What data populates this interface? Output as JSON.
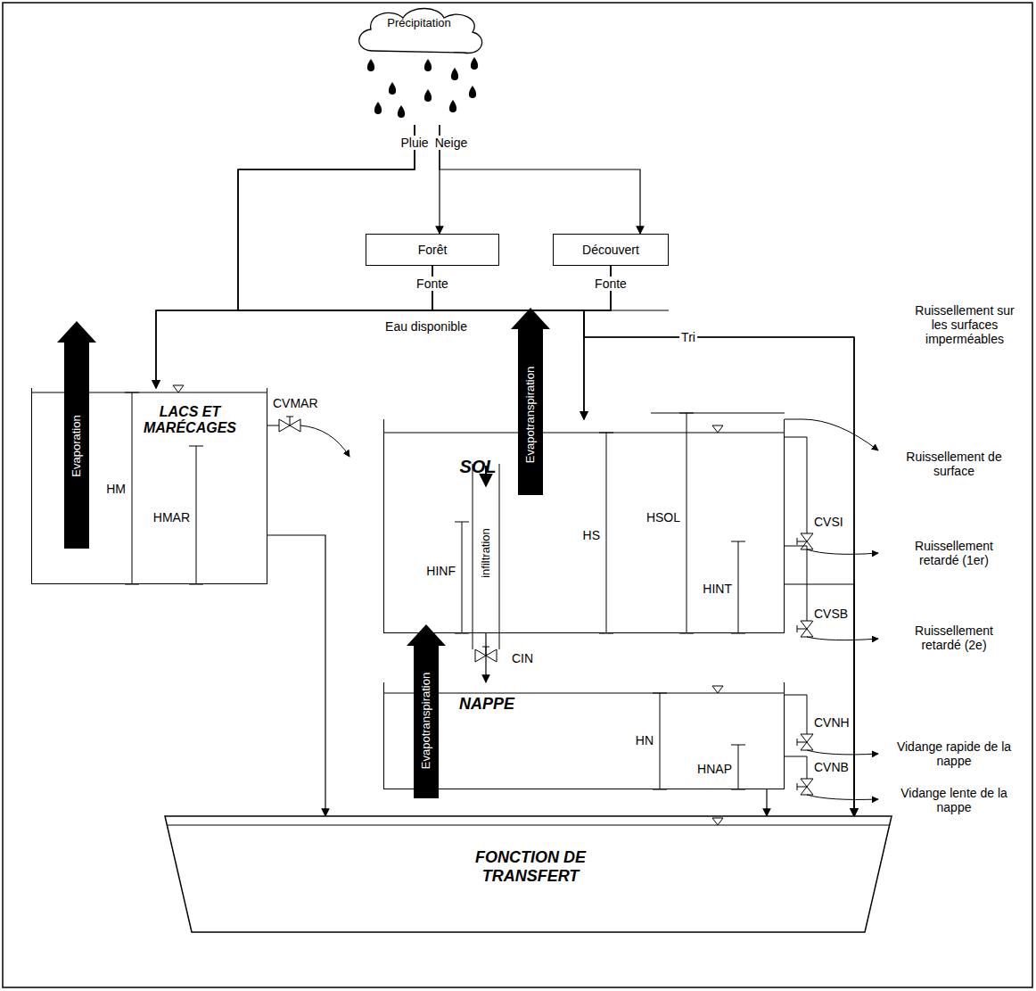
{
  "diagram": {
    "nodes": [
      {
        "text": [
          "Précipitation"
        ]
      },
      {
        "text": [
          "Forêt"
        ]
      },
      {
        "text": [
          "Découvert"
        ]
      },
      {
        "text": [
          "LACS ET MARÉCAGES"
        ]
      },
      {
        "text": [
          "SOL"
        ]
      },
      {
        "text": [
          "NAPPE"
        ]
      },
      {
        "text": [
          "FONCTION DE TRANSFERT"
        ]
      }
    ],
    "edges": [
      {
        "from": 0,
        "to": 1,
        "arrow": "to",
        "label": "Neige"
      },
      {
        "from": 0,
        "to": 2,
        "arrow": "to"
      },
      {
        "from": 0,
        "to": 3,
        "arrow": "to",
        "label": "Pluie"
      },
      {
        "from": 0,
        "to": 4,
        "arrow": "to"
      },
      {
        "from": 0,
        "to": 6,
        "arrow": "to",
        "label": "Tri"
      },
      {
        "from": 1,
        "to": 3,
        "arrow": "to",
        "label": "Fonte"
      },
      {
        "from": 1,
        "to": 4,
        "arrow": "to"
      },
      {
        "from": 1,
        "to": 6,
        "arrow": "to"
      },
      {
        "from": 2,
        "to": 3,
        "arrow": "to"
      },
      {
        "from": 2,
        "to": 4,
        "arrow": "to",
        "label": "Fonte"
      },
      {
        "from": 2,
        "to": 6,
        "arrow": "to"
      },
      {
        "from": 3,
        "to": 6,
        "arrow": "to"
      },
      {
        "from": 4,
        "to": 5,
        "arrow": "to"
      },
      {
        "from": 4,
        "to": 6,
        "arrow": "to"
      },
      {
        "from": 5,
        "to": 6,
        "arrow": "to"
      }
    ],
    "labels": [
      "Eau disponible",
      "Ruissellement sur les surfaces imperméables",
      "Evaporation",
      "CVMAR",
      "HM",
      "HMAR",
      "Evapotranspiration",
      "HSOL",
      "HS",
      "HINF",
      "infiltration",
      "CIN",
      "HINT",
      "CVSI",
      "CVSB",
      "Ruissellement de surface",
      "Ruissellement retardé (1er)",
      "Ruissellement retardé (2e)",
      "Evapotranspiration",
      "HN",
      "HNAP",
      "CVNH",
      "CVNB",
      "Vidange rapide de la nappe",
      "Vidange lente de la nappe"
    ]
  }
}
